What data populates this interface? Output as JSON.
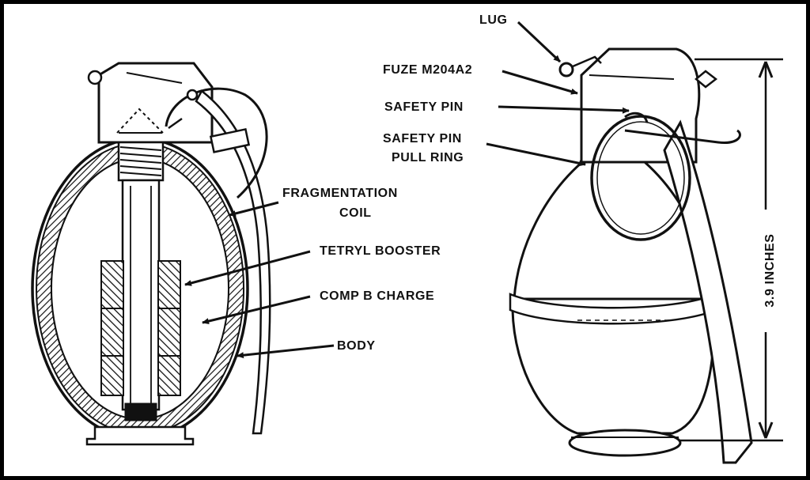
{
  "diagram": {
    "left_figure": {
      "labels": {
        "fragmentation_coil_line1": "FRAGMENTATION",
        "fragmentation_coil_line2": "COIL",
        "tetryl_booster": "TETRYL BOOSTER",
        "comp_b_charge": "COMP B CHARGE",
        "body": "BODY"
      }
    },
    "right_figure": {
      "labels": {
        "lug": "LUG",
        "fuze": "FUZE M204A2",
        "safety_pin": "SAFETY PIN",
        "pull_ring_line1": "SAFETY PIN",
        "pull_ring_line2": "PULL RING"
      },
      "dimension": "3.9 INCHES"
    }
  }
}
